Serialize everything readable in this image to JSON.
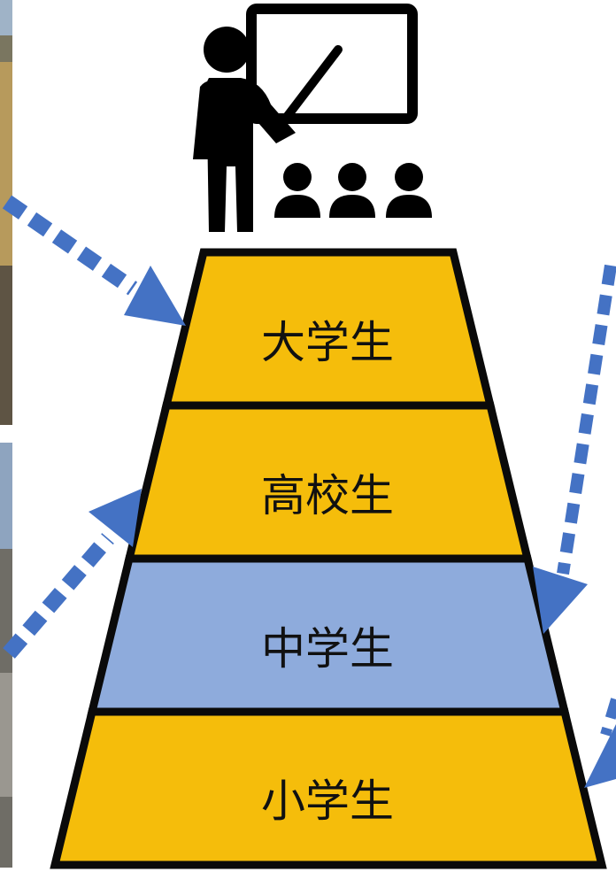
{
  "colors": {
    "tier_highlight": "#f5bd0b",
    "tier_current": "#8eabdc",
    "outline": "#0a0a0a",
    "arrow": "#4472c4",
    "icon": "#000000"
  },
  "icon": "teacher-presenting-to-students-icon",
  "tiers": [
    {
      "label": "大学生",
      "state": "highlight"
    },
    {
      "label": "高校生",
      "state": "highlight"
    },
    {
      "label": "中学生",
      "state": "current"
    },
    {
      "label": "小学生",
      "state": "highlight"
    }
  ]
}
